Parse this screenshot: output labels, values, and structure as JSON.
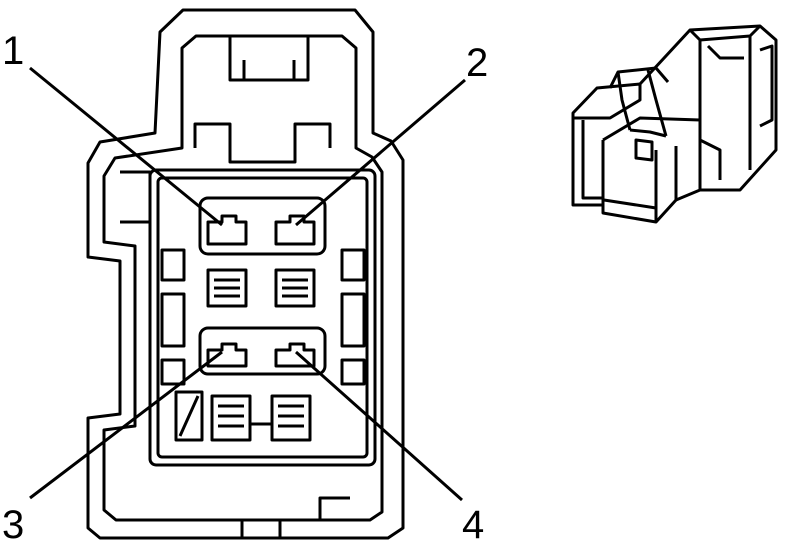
{
  "diagram": {
    "type": "connector-end-view",
    "pin_labels": [
      "1",
      "2",
      "3",
      "4"
    ],
    "colors": {
      "line": "#000000",
      "background": "#ffffff"
    },
    "icons": {
      "connector_face": "connector-face-icon",
      "connector_iso": "connector-isometric-icon"
    }
  }
}
